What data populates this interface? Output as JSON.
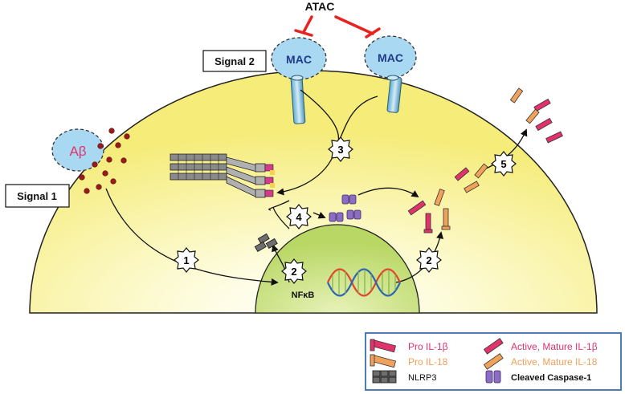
{
  "labels": {
    "atac": "ATAC",
    "signal2": "Signal 2",
    "signal1": "Signal 1",
    "mac": "MAC",
    "abeta": "Aβ",
    "nfkb": "NFκB"
  },
  "steps": [
    "1",
    "2",
    "2",
    "3",
    "4",
    "5"
  ],
  "legend": {
    "pro_il1b": "Pro IL-1β",
    "pro_il18": "Pro IL-18",
    "nlrp3": "NLRP3",
    "active_il1b": "Active, Mature IL-1β",
    "active_il18": "Active, Mature IL-18",
    "cleaved_caspase": "Cleaved Caspase-1"
  },
  "colors": {
    "cell_fill": "#fbf7a6",
    "nucleus_fill": "#c9df7a",
    "il1b": "#e0336b",
    "il18": "#f0a15a",
    "inhibit": "#e8231f",
    "mac_fill": "#a9d8f2",
    "mac_text": "#1f3a8c",
    "legend_border": "#3a6fb0"
  }
}
